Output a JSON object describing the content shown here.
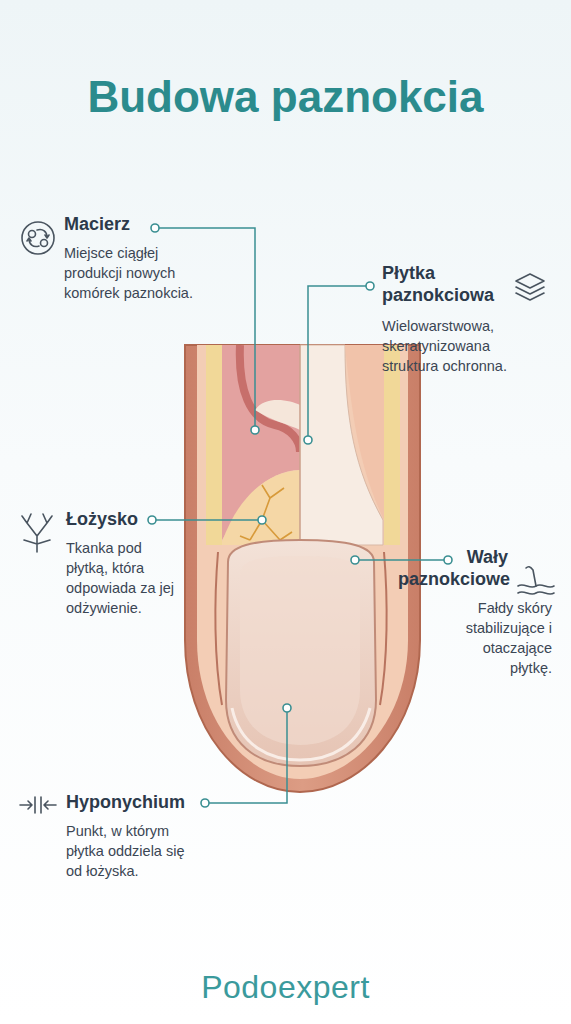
{
  "diagram": {
    "title": "Budowa paznokcia",
    "labels": [
      "Macierz",
      "Miejsce ciągłej produkcji nowych komórek paznokcia.",
      "Płytka paznokciowa",
      "Wielowarstwowa, skeratynizowana struktura ochronna.",
      "Łożysko",
      "Tkanka pod płytką, która odpowiada za jej odżywienie.",
      "Wały paznokciowe",
      "Fałdy skóry stabilizujące i otaczające płytkę.",
      "Hyponychium",
      "Punkt, w którym płytka oddziela się od łożyska.",
      "Podoexpert"
    ]
  }
}
